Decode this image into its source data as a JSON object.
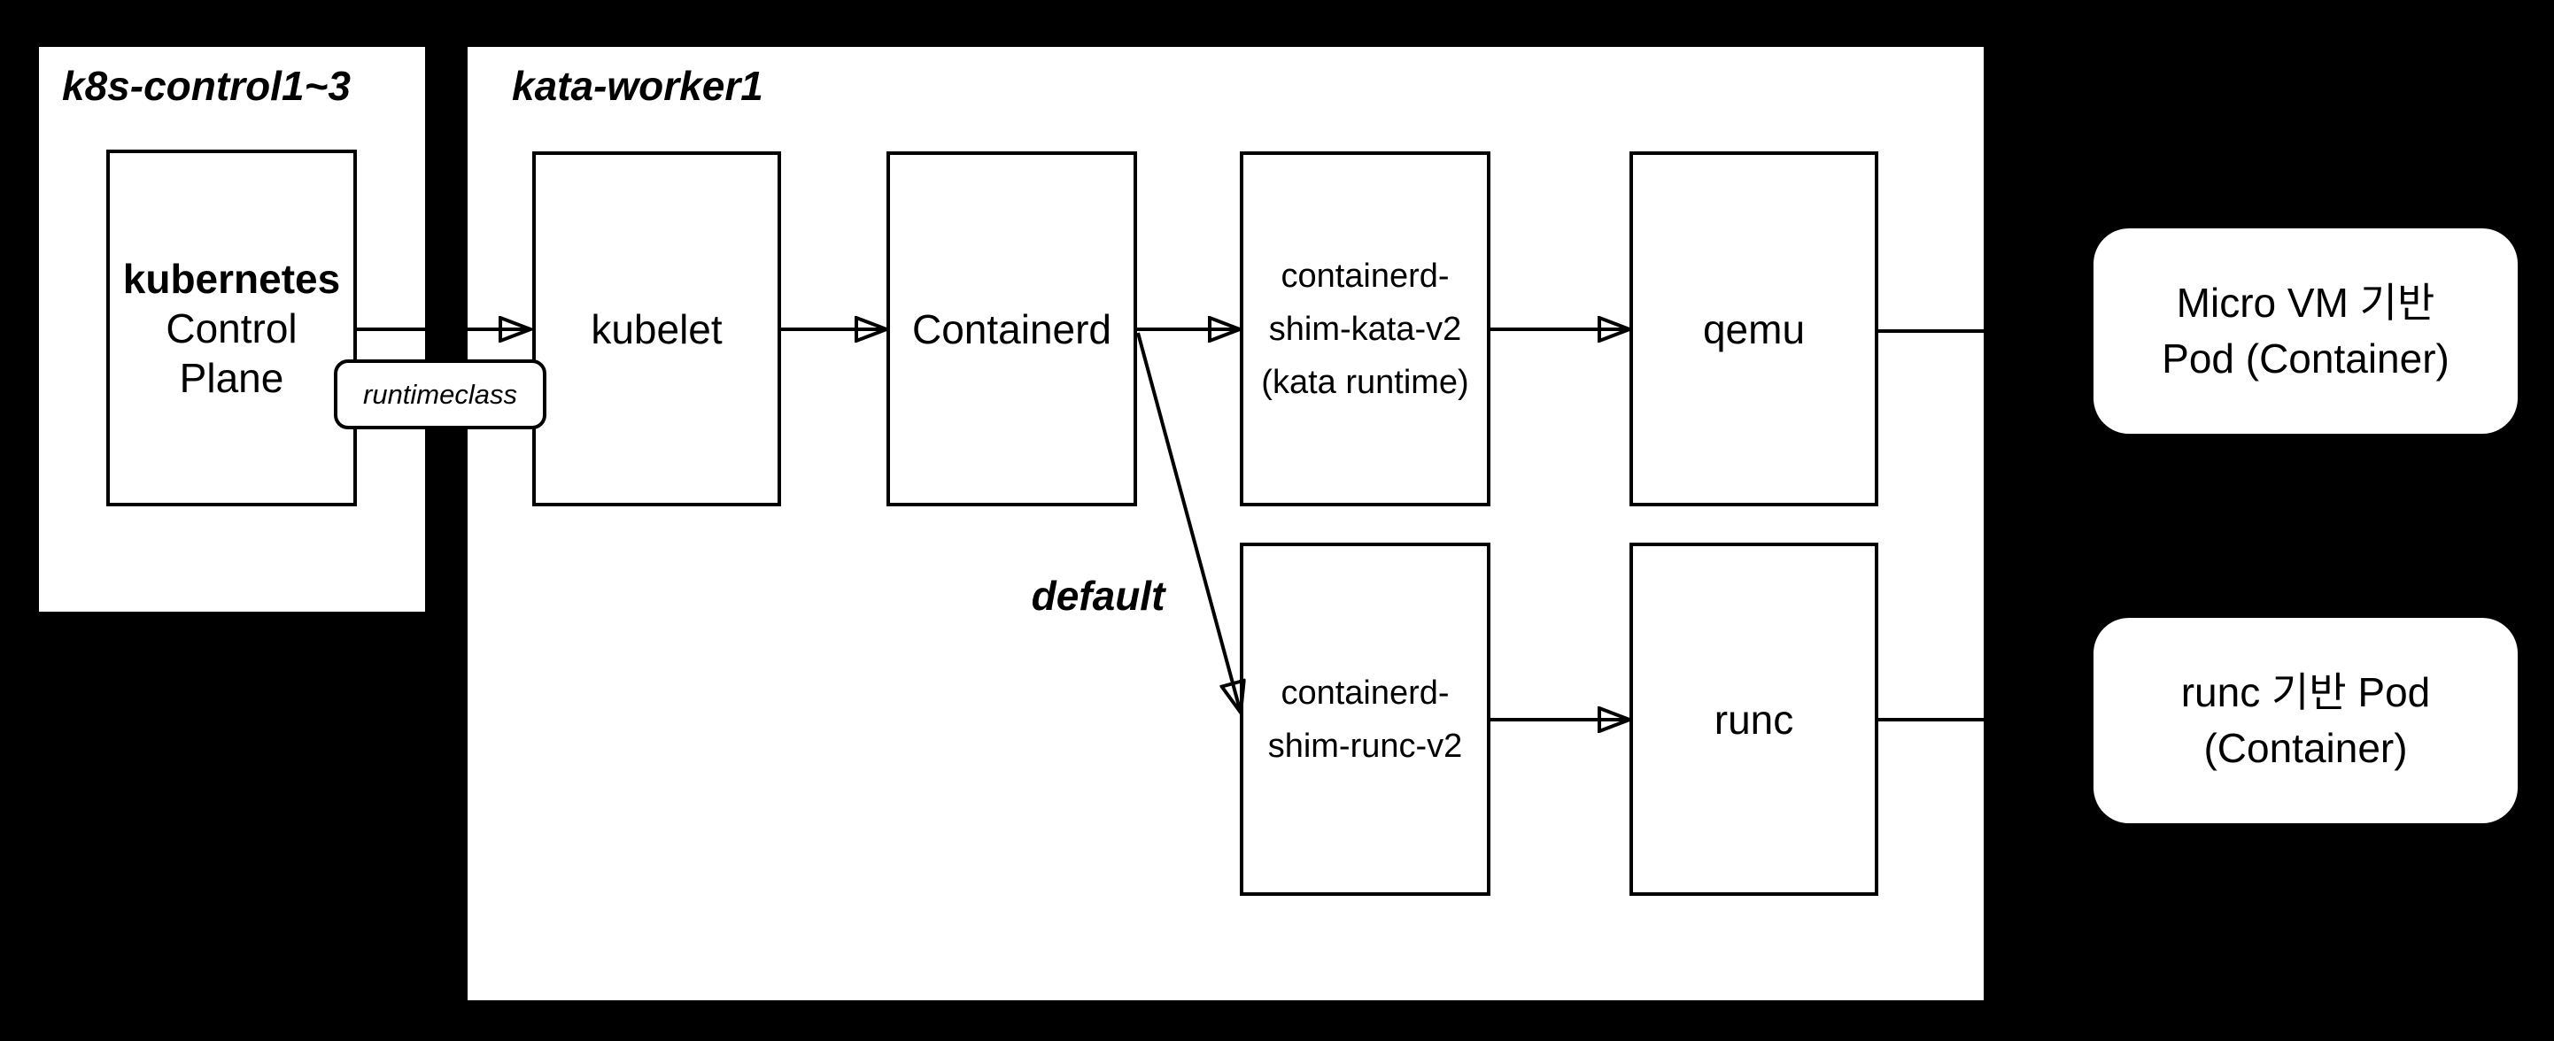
{
  "diagram": {
    "colors": {
      "background": "#000000",
      "surface": "#ffffff",
      "stroke": "#000000"
    },
    "hosts": {
      "control": {
        "label": "k8s-control1~3"
      },
      "worker": {
        "label": "kata-worker1"
      }
    },
    "nodes": {
      "control_plane": {
        "lines": [
          "kubernetes",
          "Control",
          "Plane"
        ]
      },
      "kubelet": {
        "label": "kubelet"
      },
      "containerd": {
        "label": "Containerd"
      },
      "shim_kata": {
        "lines": [
          "containerd-",
          "shim-kata-v2",
          "(kata runtime)"
        ]
      },
      "qemu": {
        "label": "qemu"
      },
      "shim_runc": {
        "lines": [
          "containerd-",
          "shim-runc-v2"
        ]
      },
      "runc": {
        "label": "runc"
      }
    },
    "pods": {
      "microvm": {
        "lines": [
          "Micro VM 기반",
          "Pod (Container)"
        ]
      },
      "runc_pod": {
        "lines": [
          "runc 기반 Pod",
          "(Container)"
        ]
      }
    },
    "edge_labels": {
      "runtimeclass": "runtimeclass",
      "default_route": "default"
    }
  }
}
